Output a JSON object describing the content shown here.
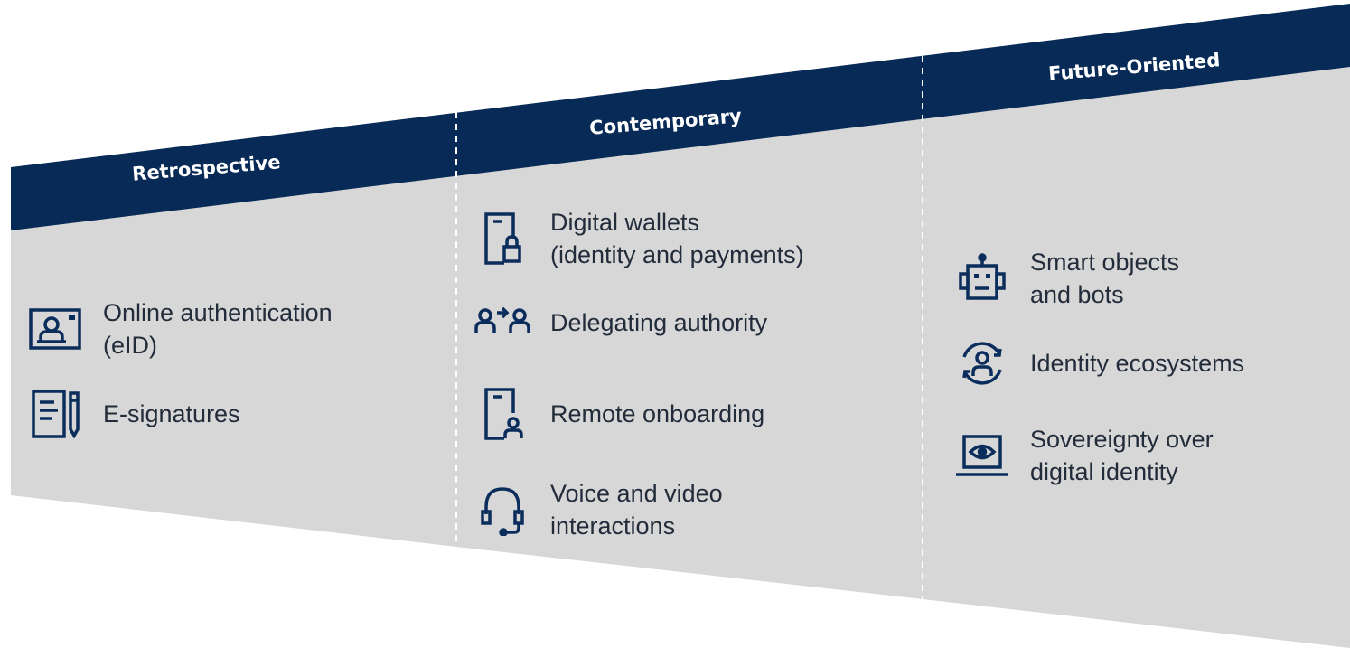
{
  "colors": {
    "header": "#082a56",
    "panel": "#d7d7d7",
    "icon": "#0a2d5c",
    "text": "#222c3a",
    "divider": "#ffffff"
  },
  "columns": [
    {
      "title": "Retrospective",
      "items": [
        {
          "icon": "id-card-icon",
          "line1": "Online authentication",
          "line2": "(eID)"
        },
        {
          "icon": "e-signature-icon",
          "line1": "E-signatures",
          "line2": ""
        }
      ]
    },
    {
      "title": "Contemporary",
      "items": [
        {
          "icon": "phone-lock-icon",
          "line1": "Digital wallets",
          "line2": "(identity and payments)"
        },
        {
          "icon": "delegate-users-icon",
          "line1": "Delegating authority",
          "line2": ""
        },
        {
          "icon": "phone-user-icon",
          "line1": "Remote onboarding",
          "line2": ""
        },
        {
          "icon": "headset-icon",
          "line1": "Voice and video",
          "line2": "interactions"
        }
      ]
    },
    {
      "title": "Future-Oriented",
      "items": [
        {
          "icon": "robot-icon",
          "line1": "Smart objects",
          "line2": "and bots"
        },
        {
          "icon": "user-cycle-icon",
          "line1": "Identity ecosystems",
          "line2": ""
        },
        {
          "icon": "laptop-eye-icon",
          "line1": "Sovereignty over",
          "line2": "digital identity"
        }
      ]
    }
  ]
}
